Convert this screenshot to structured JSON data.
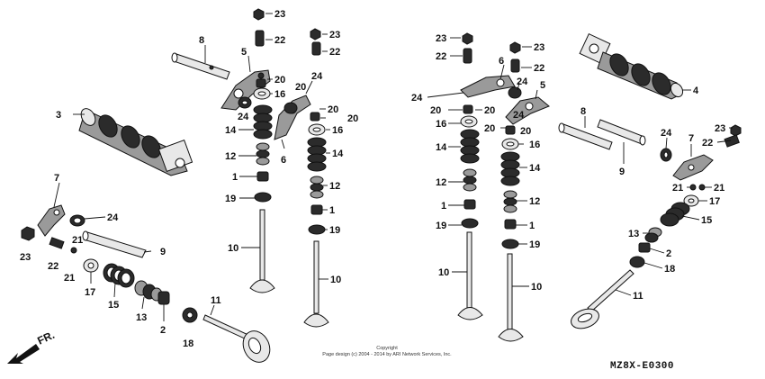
{
  "diagram": {
    "code": "MZ8X-E0300",
    "copyright": {
      "line1": "Copyright",
      "line2": "Page design (c) 2004 - 2014 by ARI Network Services, Inc."
    },
    "direction_mark": "FR.",
    "callouts": {
      "n1": "1",
      "n2": "2",
      "n3": "3",
      "n4": "4",
      "n5": "5",
      "n6": "6",
      "n7": "7",
      "n8": "8",
      "n9": "9",
      "n10": "10",
      "n11": "11",
      "n12": "12",
      "n13": "13",
      "n14": "14",
      "n15": "15",
      "n16": "16",
      "n17": "17",
      "n18": "18",
      "n19": "19",
      "n20": "20",
      "n21": "21",
      "n22": "22",
      "n23": "23",
      "n24": "24"
    }
  }
}
